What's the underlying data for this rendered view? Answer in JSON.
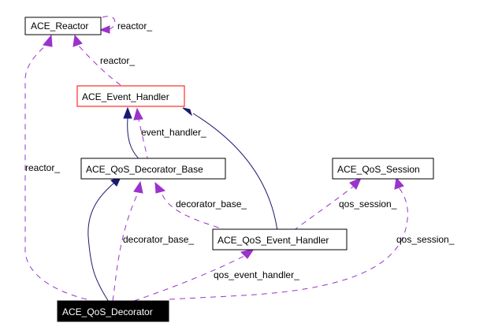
{
  "diagram": {
    "type": "class-collaboration-graph",
    "colors": {
      "inheritance_edge": "#191970",
      "usage_edge": "#9a32cd",
      "highlight_border": "#ff0000",
      "focus_fill": "#000000"
    },
    "nodes": {
      "reactor": {
        "label": "ACE_Reactor"
      },
      "event_handler": {
        "label": "ACE_Event_Handler"
      },
      "decorator_base": {
        "label": "ACE_QoS_Decorator_Base"
      },
      "qos_session": {
        "label": "ACE_QoS_Session"
      },
      "qos_event_handler": {
        "label": "ACE_QoS_Event_Handler"
      },
      "qos_decorator": {
        "label": "ACE_QoS_Decorator"
      }
    },
    "edge_labels": {
      "reactor_self": "reactor_",
      "reactor_from_event_handler": "reactor_",
      "reactor_from_decorator": "reactor_",
      "event_handler_from_base": "event_handler_",
      "decorator_base_from_qeh": "decorator_base_",
      "decorator_base_from_decorator": "decorator_base_",
      "qos_session_from_qeh": "qos_session_",
      "qos_session_from_decorator": "qos_session_",
      "qeh_from_decorator": "qos_event_handler_"
    }
  }
}
